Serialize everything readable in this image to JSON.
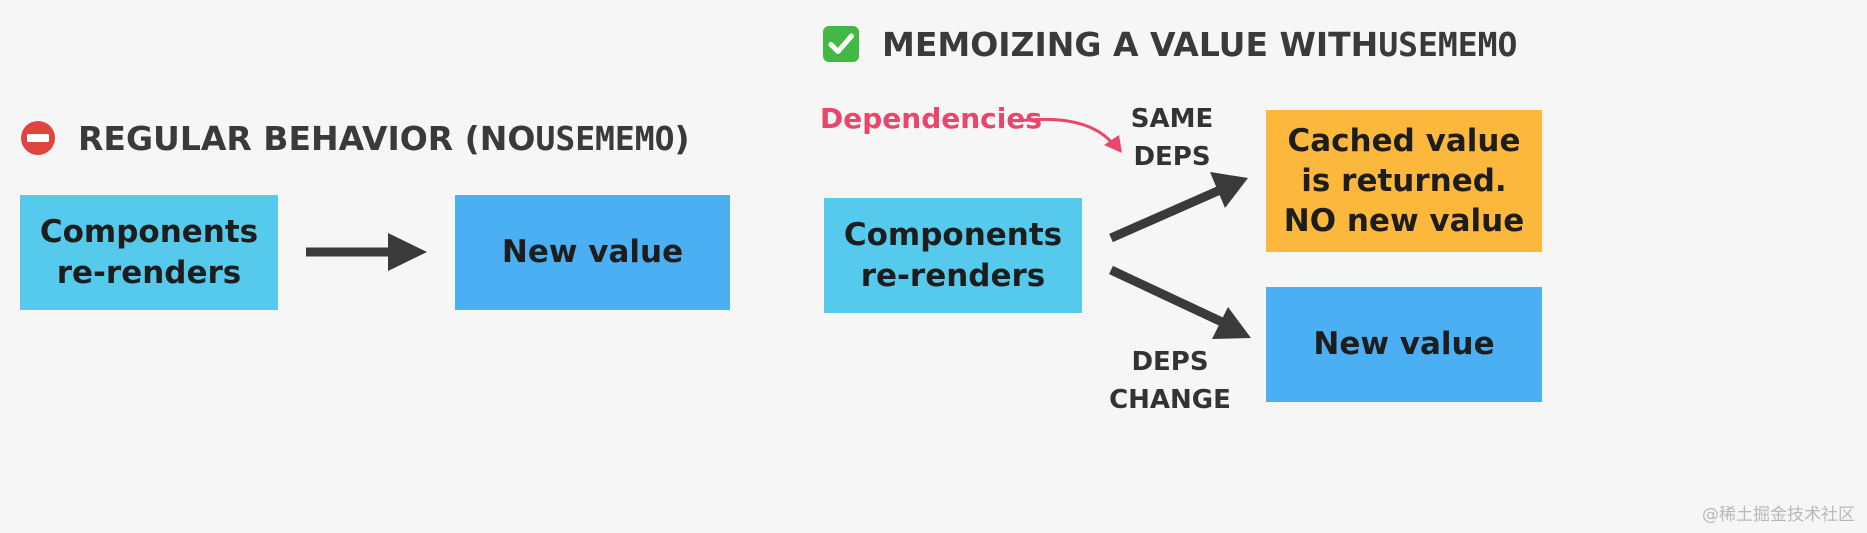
{
  "left": {
    "heading_text": "REGULAR BEHAVIOR (NO ",
    "heading_mono": "USEMEMO",
    "heading_close": ")",
    "heading_icon": "no-entry-icon",
    "source_box": {
      "line1": "Components",
      "line2": "re-renders"
    },
    "result_box": {
      "text": "New value"
    }
  },
  "right": {
    "heading_text": "MEMOIZING A VALUE WITH ",
    "heading_mono": "USEMEMO",
    "heading_icon": "check-mark-icon",
    "dependencies_label": "Dependencies",
    "source_box": {
      "line1": "Components",
      "line2": "re-renders"
    },
    "same_deps_label": {
      "line1": "SAME",
      "line2": "DEPS"
    },
    "deps_change_label": {
      "line1": "DEPS",
      "line2": "CHANGE"
    },
    "cached_box": {
      "line1": "Cached value",
      "line2": "is returned.",
      "line3": "NO new value"
    },
    "new_value_box": {
      "text": "New value"
    }
  },
  "watermark": "@稀土掘金技术社区",
  "colors": {
    "background": "#f6f6f6",
    "source_box": "#55caec",
    "result_box": "#4aaff3",
    "cached_box": "#fbb83c",
    "arrow": "#3a3a3a",
    "dependencies": "#e8466a",
    "no_entry": "#e0443e",
    "check": "#44b845"
  }
}
